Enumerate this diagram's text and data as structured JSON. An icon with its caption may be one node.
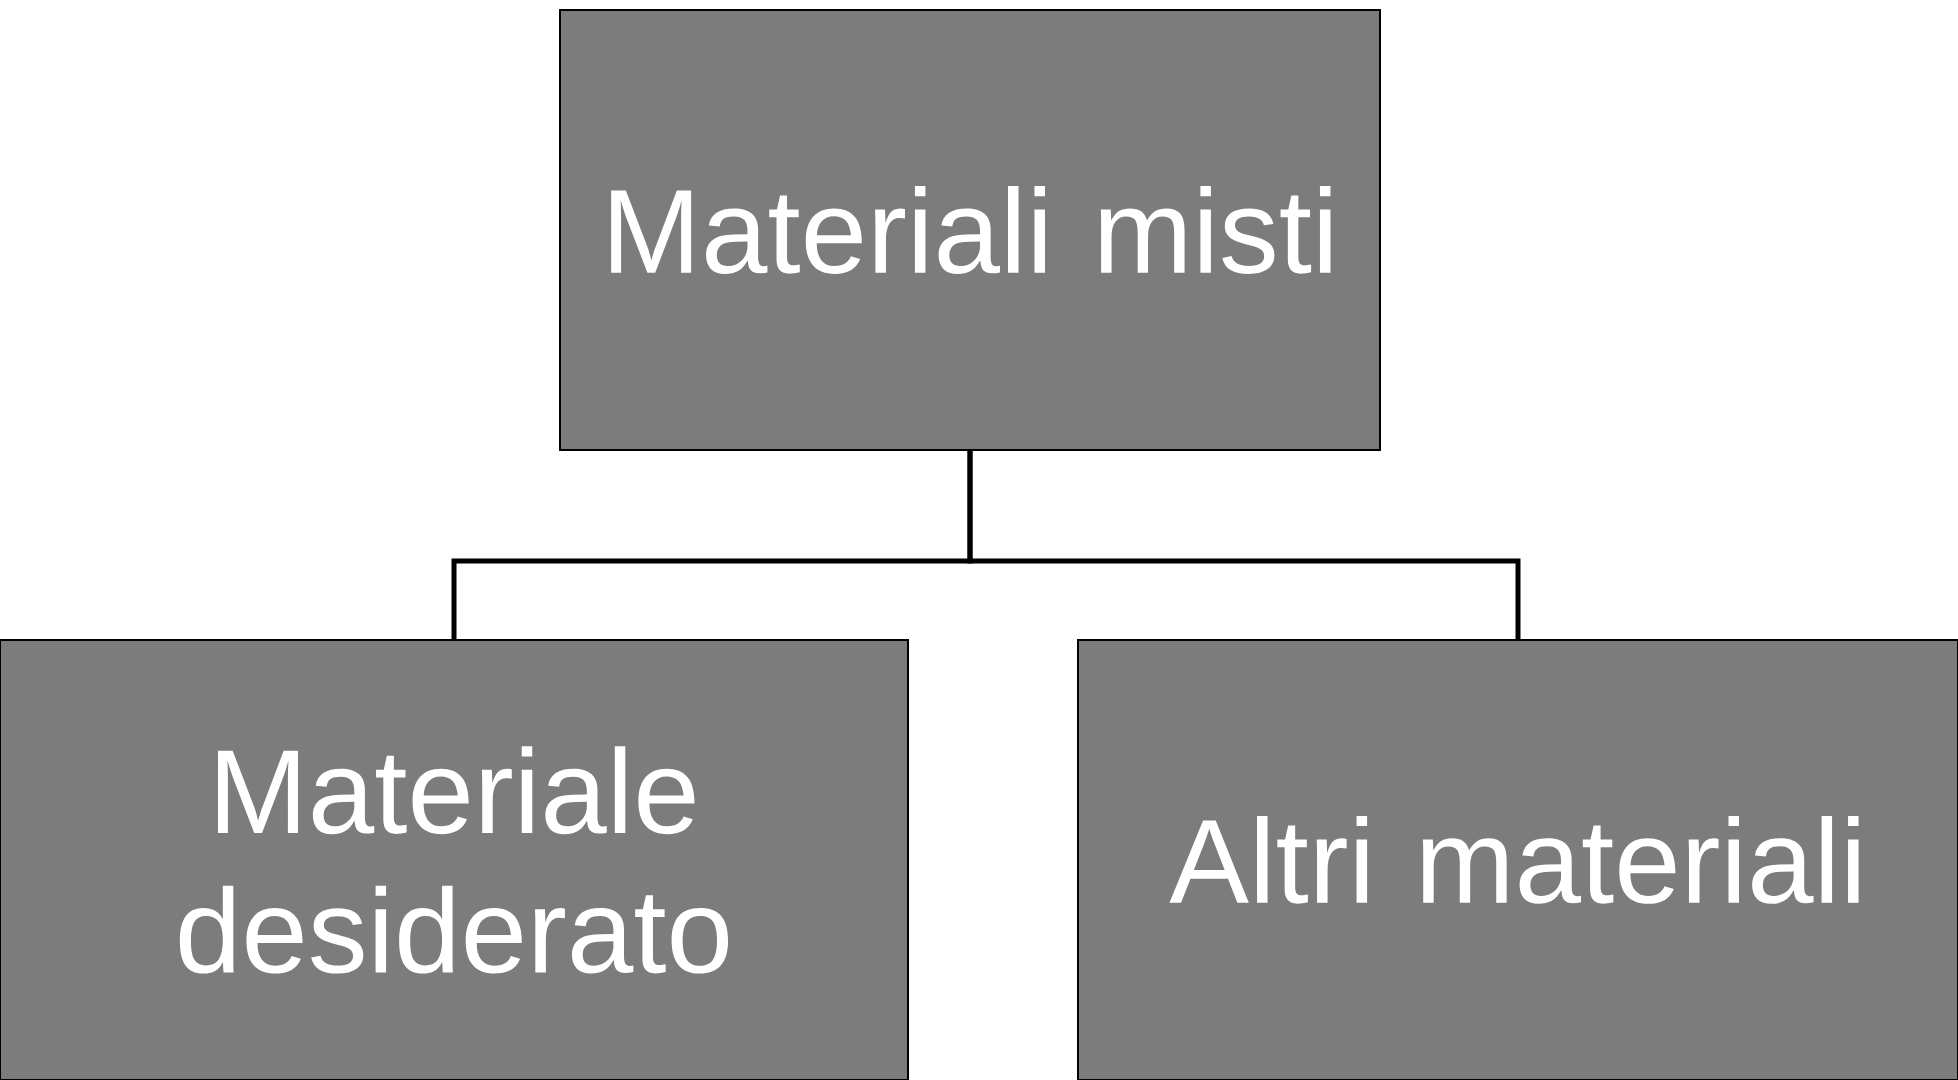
{
  "diagram": {
    "nodes": [
      {
        "text": [
          "Materiali misti"
        ]
      },
      {
        "text": [
          "Materiale desiderato"
        ]
      },
      {
        "text": [
          "Altri materiali"
        ]
      }
    ],
    "edges": [
      {
        "from": 0,
        "to": 1,
        "arrow": "none"
      },
      {
        "from": 0,
        "to": 2,
        "arrow": "none"
      }
    ]
  }
}
